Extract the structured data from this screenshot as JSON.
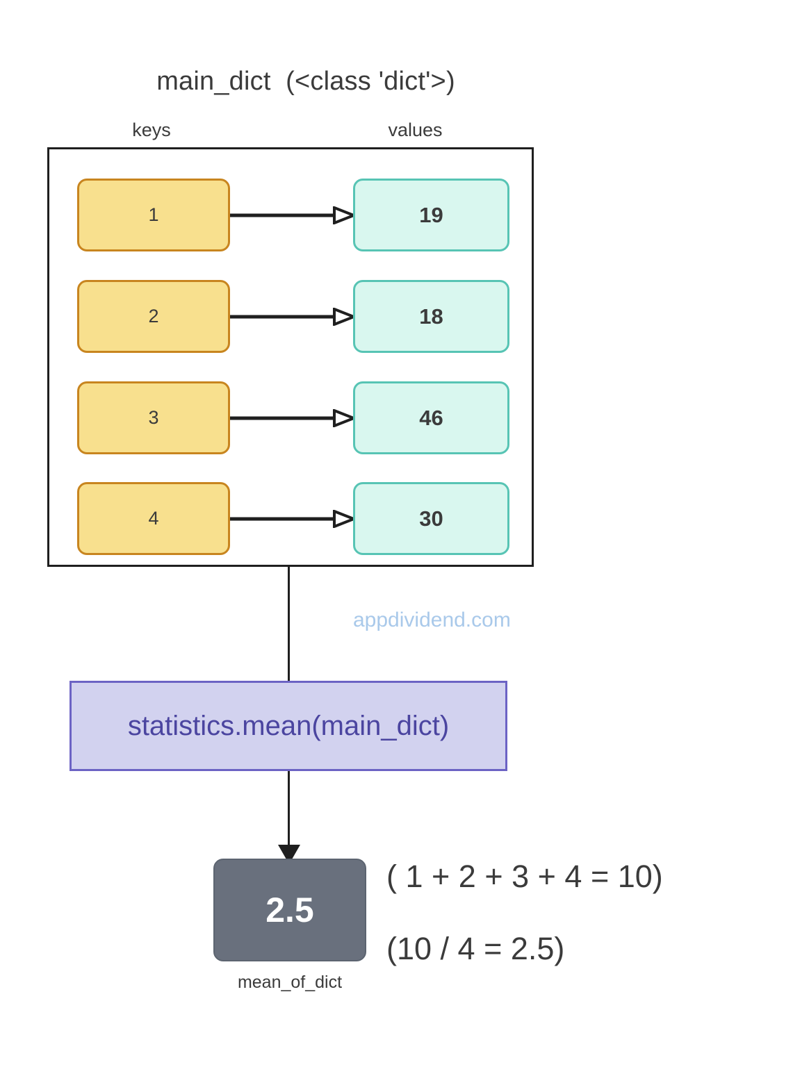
{
  "diagram": {
    "title": "main_dict  (<class 'dict'>)",
    "keys_label": "keys",
    "values_label": "values",
    "watermark": "appdividend.com",
    "colors": {
      "key_fill": "#f8e08e",
      "key_border": "#c8851f",
      "value_fill": "#d9f7ef",
      "value_border": "#57c4b4",
      "function_fill": "#d2d2ef",
      "function_border": "#6c63c4",
      "function_text": "#4b45a0",
      "result_fill": "#69707d",
      "result_text": "#ffffff",
      "container_border": "#1f1f1f",
      "watermark_text": "#a9c9ea"
    },
    "entries": [
      {
        "key": "1",
        "value": "19",
        "arrow": "maps-to-arrow"
      },
      {
        "key": "2",
        "value": "18",
        "arrow": "maps-to-arrow"
      },
      {
        "key": "3",
        "value": "46",
        "arrow": "maps-to-arrow"
      },
      {
        "key": "4",
        "value": "30",
        "arrow": "maps-to-arrow"
      }
    ],
    "function_call": "statistics.mean(main_dict)",
    "result": {
      "value": "2.5",
      "caption": "mean_of_dict"
    },
    "formulas": {
      "sum": "( 1 + 2 + 3 + 4 = 10)",
      "mean": "(10 / 4 = 2.5)"
    }
  }
}
